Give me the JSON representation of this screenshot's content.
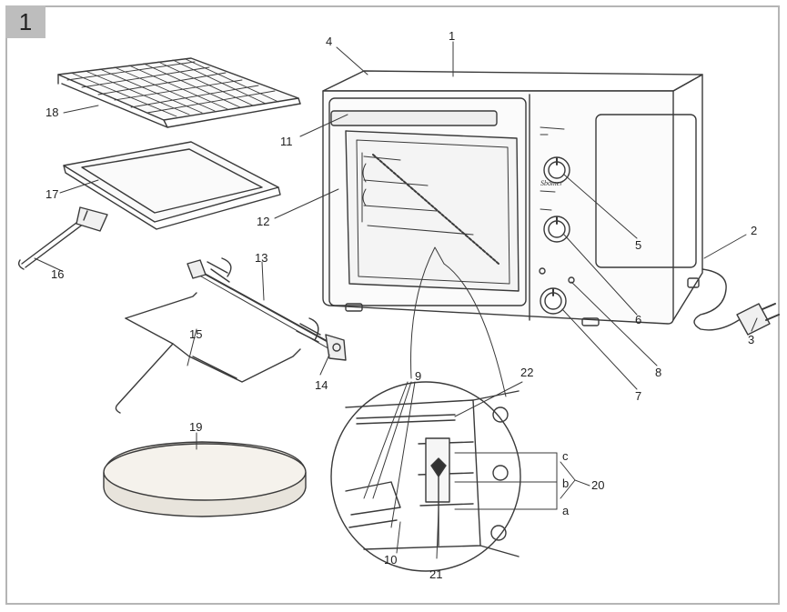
{
  "figure": {
    "number": "1"
  },
  "labels": {
    "l1": "1",
    "l2": "2",
    "l3": "3",
    "l4": "4",
    "l5": "5",
    "l6": "6",
    "l7": "7",
    "l8": "8",
    "l9": "9",
    "l10": "10",
    "l11": "11",
    "l12": "12",
    "l13": "13",
    "l14": "14",
    "l15": "15",
    "l16": "16",
    "l17": "17",
    "l18": "18",
    "l19": "19",
    "l20": "20",
    "l21": "21",
    "l22": "22",
    "la": "a",
    "lb": "b",
    "lc": "c"
  },
  "brand": {
    "logo_text": "Sbomer"
  },
  "colors": {
    "line": "#3a3a3a",
    "frame": "#b5b5b5",
    "tab": "#bdbdbd",
    "stone": "#e8e4dc"
  }
}
